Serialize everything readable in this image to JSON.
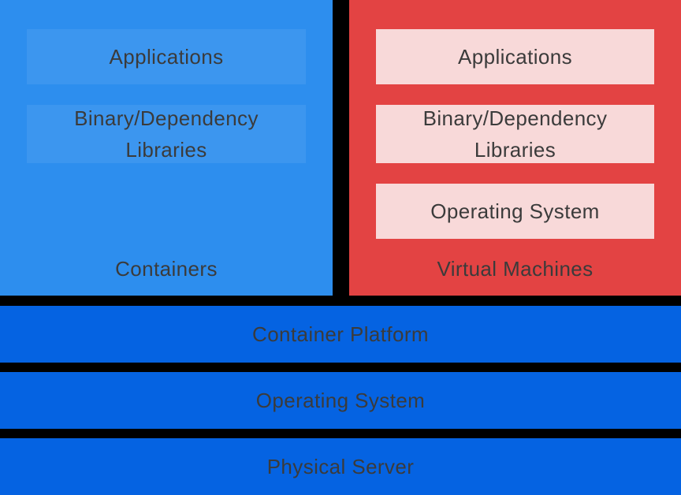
{
  "diagram": {
    "containers_panel": {
      "label": "Containers",
      "layers": [
        "Applications",
        "Binary/Dependency Libraries"
      ]
    },
    "vm_panel": {
      "label": "Virtual Machines",
      "layers": [
        "Applications",
        "Binary/Dependency Libraries",
        "Operating System"
      ]
    },
    "base_layers": [
      "Container Platform",
      "Operating System",
      "Physical Server"
    ]
  },
  "colors": {
    "background": "#000000",
    "containers_panel": "#2D8EEE",
    "containers_layer_box": "#3C96EF",
    "vm_panel": "#E34343",
    "vm_layer_box": "#F8D9D9",
    "base_bar": "#0563E2",
    "text": "#3B3B3B"
  }
}
